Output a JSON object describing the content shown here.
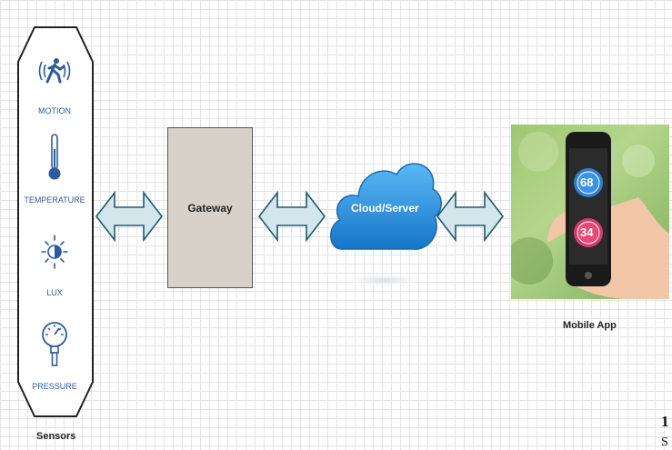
{
  "sensors": {
    "items": [
      {
        "label": "MOTION",
        "icon": "motion-icon"
      },
      {
        "label": "TEMPERATURE",
        "icon": "thermometer-icon"
      },
      {
        "label": "LUX",
        "icon": "lux-icon"
      },
      {
        "label": "PRESSURE",
        "icon": "pressure-gauge-icon"
      }
    ],
    "title": "Sensors"
  },
  "gateway": {
    "label": "Gateway"
  },
  "cloud": {
    "label": "Cloud/Server"
  },
  "mobile": {
    "label": "Mobile App",
    "readings": [
      "68",
      "34"
    ]
  },
  "caption": {
    "number": "1",
    "text": "S"
  },
  "colors": {
    "arrow_fill": "#d2e6ec",
    "arrow_stroke": "#1f5a6e",
    "cloud_fill": "#2a8fdc",
    "gateway_fill": "#d8d1ca",
    "sensor_text": "#2e5a9e"
  }
}
